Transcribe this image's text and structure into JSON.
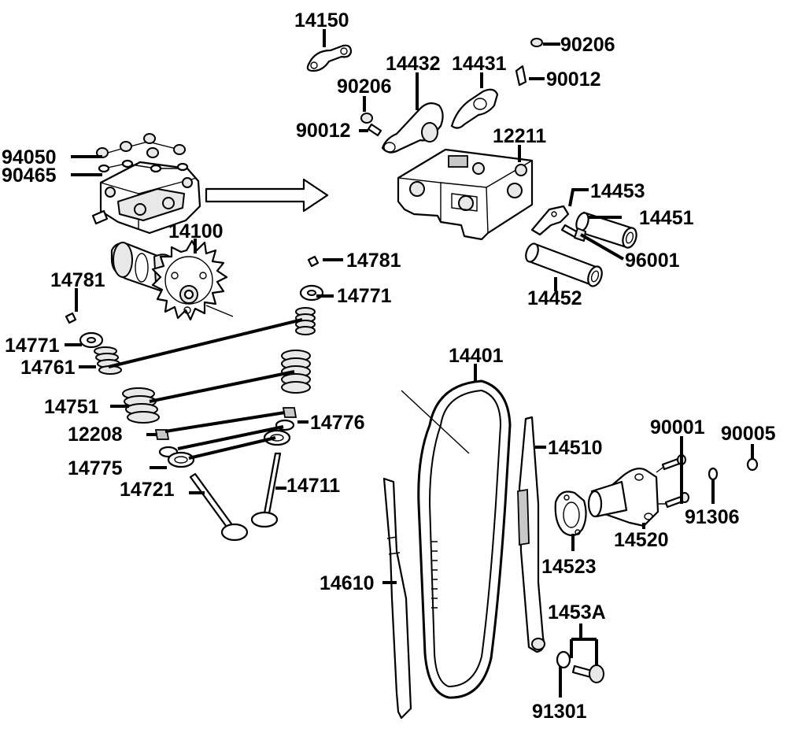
{
  "labels": {
    "p14150": "14150",
    "p90206a": "90206",
    "p90206b": "90206",
    "p14432": "14432",
    "p14431": "14431",
    "p90012a": "90012",
    "p90012b": "90012",
    "p12211": "12211",
    "p94050": "94050",
    "p90465": "90465",
    "p14453": "14453",
    "p14451": "14451",
    "p14100": "14100",
    "p96001": "96001",
    "p14781a": "14781",
    "p14781b": "14781",
    "p14452": "14452",
    "p14771a": "14771",
    "p14771b": "14771",
    "p14761": "14761",
    "p14401": "14401",
    "p14751": "14751",
    "p14776": "14776",
    "p12208": "12208",
    "p14510": "14510",
    "p90001": "90001",
    "p90005": "90005",
    "p14775": "14775",
    "p14721": "14721",
    "p14711": "14711",
    "p91306": "91306",
    "p14520": "14520",
    "p14523": "14523",
    "p14610": "14610",
    "p1453A": "1453A",
    "p91301": "91301"
  }
}
